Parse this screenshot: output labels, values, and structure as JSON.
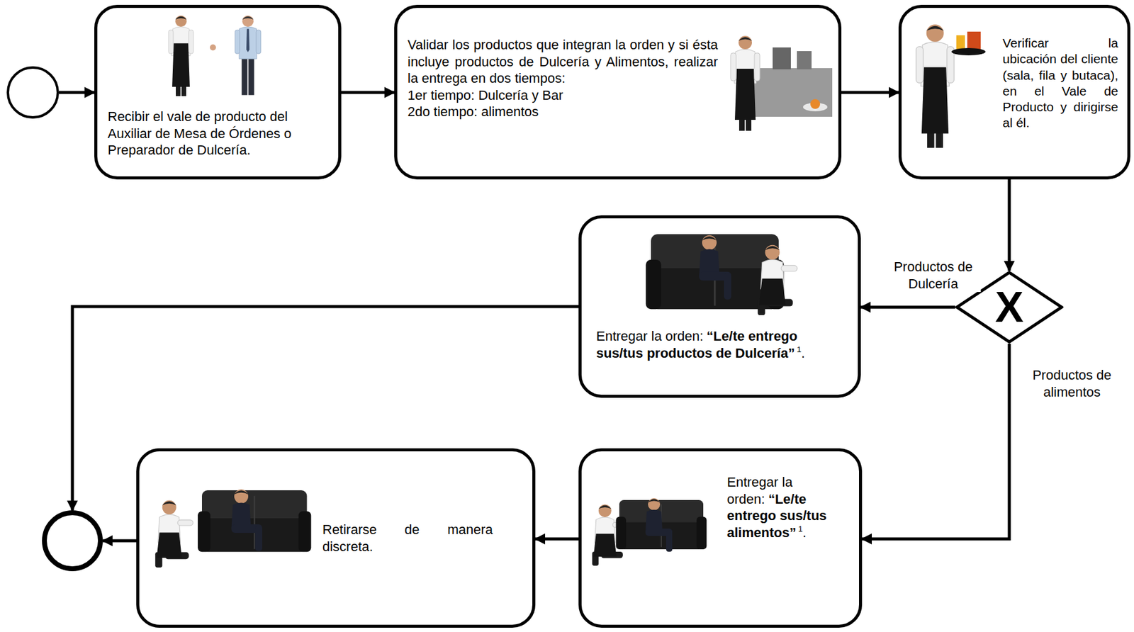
{
  "diagram": {
    "nodes": [
      {
        "text": []
      },
      {
        "text": [
          "Recibir el vale de producto del Auxiliar de Mesa de Órdenes o Preparador de Dulcería."
        ]
      },
      {
        "text": [
          "Validar los productos que integran la orden y si ésta incluye productos de Dulcería y Alimentos, realizar la entrega en dos tiempos:",
          "1er tiempo: Dulcería y Bar",
          "2do tiempo: alimentos"
        ]
      },
      {
        "text": [
          "Verificar la ubicación del cliente (sala, fila y butaca), en el Vale de Producto y dirigirse al él."
        ]
      },
      {
        "text": [
          "X"
        ]
      },
      {
        "text": [
          "Entregar la orden:",
          "“Le/te entrego sus/tus productos de Dulcería”",
          "1",
          "."
        ]
      },
      {
        "text": [
          "Entregar la orden:",
          "“Le/te entrego sus/tus alimentos”",
          "1",
          "."
        ]
      },
      {
        "text": [
          "Retirarse de manera discreta."
        ]
      },
      {
        "text": []
      }
    ],
    "edges": [
      {
        "from": 0,
        "to": 1,
        "arrow": "to"
      },
      {
        "from": 1,
        "to": 2,
        "arrow": "to"
      },
      {
        "from": 2,
        "to": 3,
        "arrow": "to"
      },
      {
        "from": 3,
        "to": 4,
        "arrow": "to"
      },
      {
        "from": 4,
        "to": 5,
        "label": "Productos de Dulcería",
        "arrow": "to"
      },
      {
        "from": 4,
        "to": 6,
        "label": "Productos de alimentos",
        "arrow": "to"
      },
      {
        "from": 5,
        "to": 8,
        "arrow": "to"
      },
      {
        "from": 6,
        "to": 7,
        "arrow": "to"
      },
      {
        "from": 7,
        "to": 8,
        "arrow": "to"
      }
    ]
  }
}
